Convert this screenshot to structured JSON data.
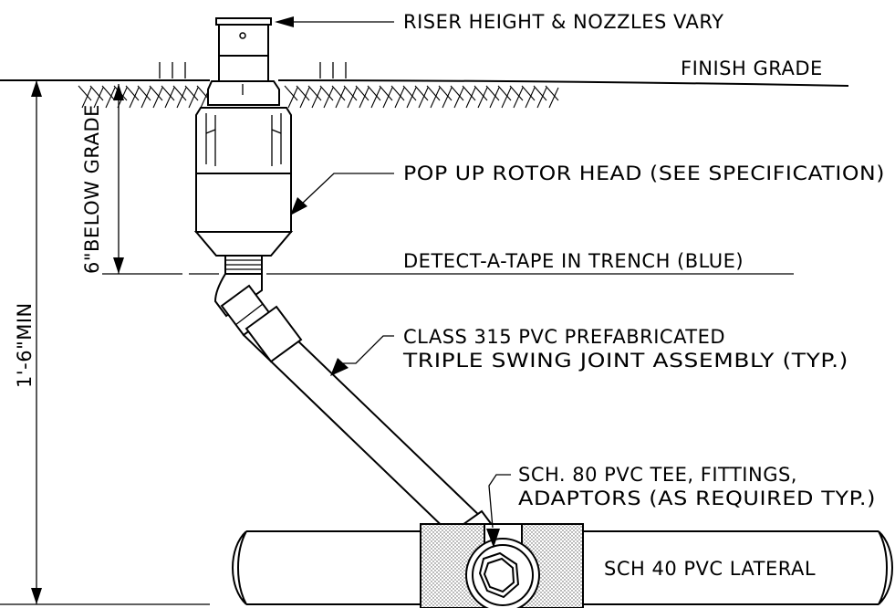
{
  "labels": {
    "riser": "RISER HEIGHT & NOZZLES VARY",
    "finish_grade": "FINISH GRADE",
    "rotor_head": "POP UP ROTOR HEAD (SEE SPECIFICATION)",
    "detect_tape": "DETECT-A-TAPE IN TRENCH (BLUE)",
    "swing_joint_line1": "CLASS 315 PVC PREFABRICATED",
    "swing_joint_line2": "TRIPLE SWING JOINT ASSEMBLY (TYP.)",
    "tee_line1": "SCH. 80 PVC TEE, FITTINGS,",
    "tee_line2": "ADAPTORS (AS REQUIRED TYP.)",
    "lateral": "SCH 40 PVC LATERAL"
  },
  "dimensions": {
    "below_grade": "6\"BELOW GRADE",
    "min_depth": "1'-6\"MIN"
  }
}
